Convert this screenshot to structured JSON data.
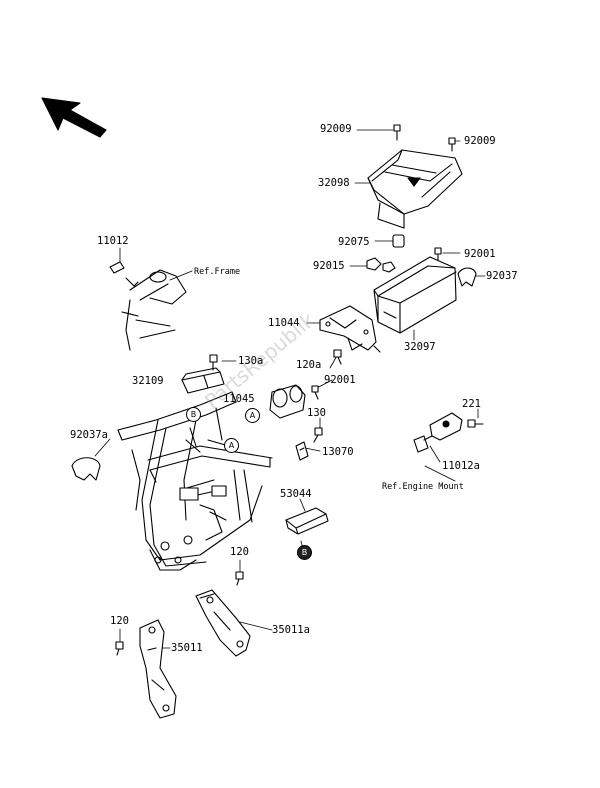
{
  "parts": {
    "p92009a": "92009",
    "p92009b": "92009",
    "p32098": "32098",
    "p92075": "92075",
    "p92001a": "92001",
    "p92015": "92015",
    "p92037": "92037",
    "p11012": "11012",
    "p11044": "11044",
    "p32097": "32097",
    "p130a": "130a",
    "p120a": "120a",
    "p32109": "32109",
    "p92001b": "92001",
    "p11045": "11045",
    "p221": "221",
    "p130": "130",
    "p92037a": "92037a",
    "p13070": "13070",
    "p11012a": "11012a",
    "p53044": "53044",
    "p120b": "120",
    "p120c": "120",
    "p35011a": "35011a",
    "p35011": "35011"
  },
  "references": {
    "frame": "Ref.Frame",
    "engine_mount": "Ref.Engine Mount"
  },
  "callouts": {
    "a": "A",
    "b": "B"
  },
  "watermark": "PartsRepublik"
}
